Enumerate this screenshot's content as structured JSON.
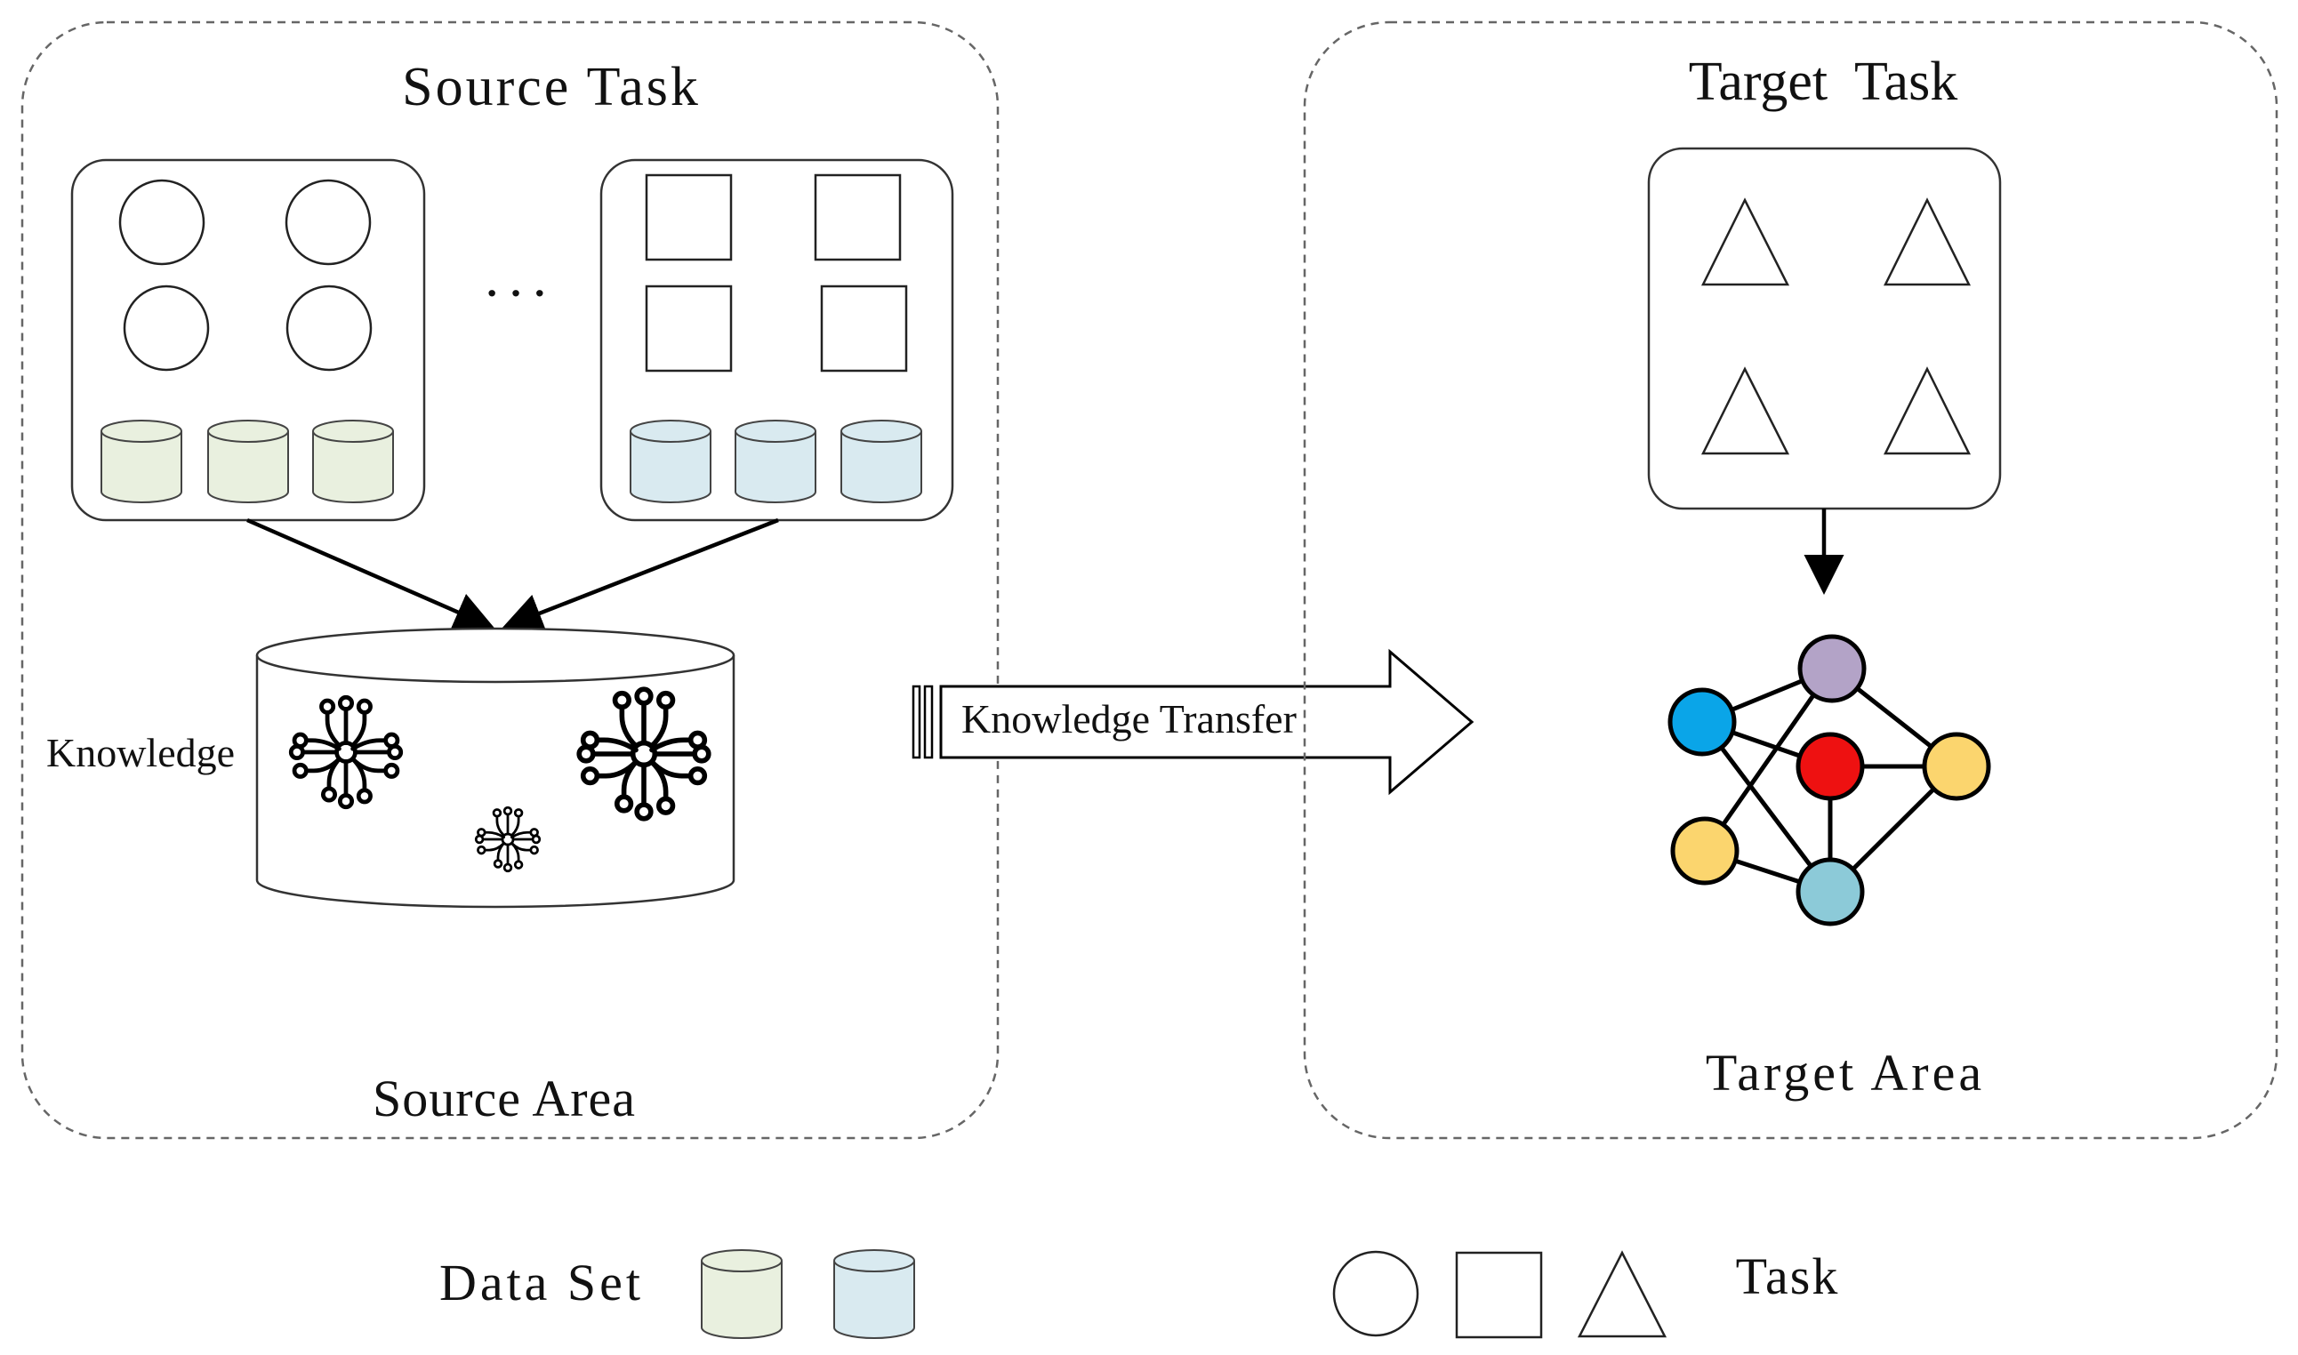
{
  "source_area": {
    "title": "Source Task",
    "label": "Source Area",
    "ellipsis": "· · ·",
    "knowledge_label": "Knowledge"
  },
  "target_area": {
    "title": "Target  Task",
    "label": "Target Area"
  },
  "transfer_arrow": {
    "label": "Knowledge Transfer"
  },
  "legend": {
    "dataset_label": "Data Set",
    "task_label": "Task"
  },
  "colors": {
    "dataset_green": "#e9f0df",
    "dataset_blue": "#d9eaf0",
    "node_purple": "#b3a3c7",
    "node_blue": "#0aa5e8",
    "node_red": "#ee1111",
    "node_yellow": "#fbd56e",
    "node_lightblue": "#8ccad8"
  },
  "icons": {
    "knowledge_network": "network-hub-icon",
    "task_circle": "circle-icon",
    "task_square": "square-icon",
    "task_triangle": "triangle-icon",
    "dataset": "database-cylinder-icon"
  }
}
